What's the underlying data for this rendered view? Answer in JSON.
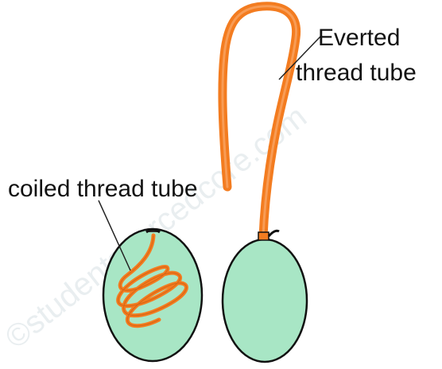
{
  "labels": {
    "everted_line1": "Everted",
    "everted_line2": "thread tube",
    "coiled": "coiled thread tube"
  },
  "watermark": "©studentsourcedcore.com",
  "colors": {
    "cell_fill": "#a8e6c5",
    "cell_stroke": "#111111",
    "tube": "#f37c20",
    "tube_edge": "#c85a10",
    "label_line": "#222222"
  },
  "icons": [
    "polar-cap-icon"
  ]
}
